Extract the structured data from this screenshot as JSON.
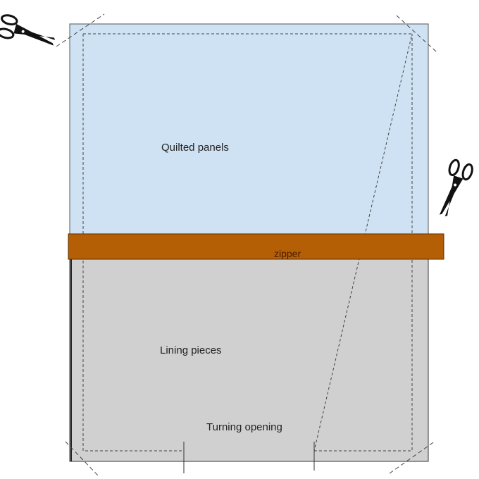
{
  "labels": {
    "quilted_panels": "Quilted panels",
    "zipper": "zipper",
    "lining_pieces": "Lining pieces",
    "turning_opening": "Turning opening"
  },
  "icons": [
    "scissors-icon"
  ],
  "colors": {
    "quilted_fill": "#cfe2f3",
    "lining_fill": "#d0d0d0",
    "zipper_fill": "#b45f06",
    "outline": "#555555",
    "seam_line": "#444444"
  }
}
